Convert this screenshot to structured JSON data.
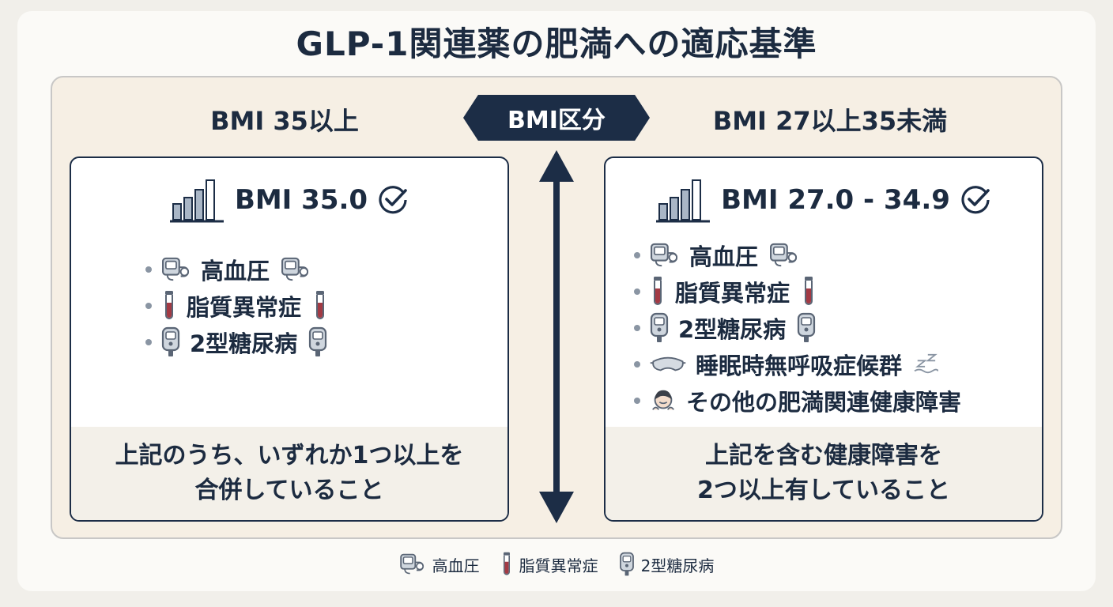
{
  "title": "GLP-1関連薬の肥満への適応基準",
  "badge": "BMI区分",
  "left": {
    "heading": "BMI 35以上",
    "bmi": "BMI 35.0",
    "items": [
      {
        "label": "高血圧",
        "icon": "blood-pressure-monitor-icon"
      },
      {
        "label": "脂質異常症",
        "icon": "blood-tube-icon"
      },
      {
        "label": "2型糖尿病",
        "icon": "glucose-meter-icon"
      }
    ],
    "footer_line1": "上記のうち、いずれか1つ以上を",
    "footer_line2": "合併していること"
  },
  "right": {
    "heading": "BMI 27以上35未満",
    "bmi": "BMI 27.0 - 34.9",
    "items": [
      {
        "label": "高血圧",
        "icon": "blood-pressure-monitor-icon"
      },
      {
        "label": "脂質異常症",
        "icon": "blood-tube-icon"
      },
      {
        "label": "2型糖尿病",
        "icon": "glucose-meter-icon"
      },
      {
        "label": "睡眠時無呼吸症候群",
        "icon": "sleep-mask-icon"
      },
      {
        "label": "その他の肥満関連健康障害",
        "icon": "person-icon"
      }
    ],
    "footer_line1": "上記を含む健康障害を",
    "footer_line2": "2つ以上有していること"
  },
  "legend": [
    {
      "label": "高血圧",
      "icon": "blood-pressure-monitor-icon"
    },
    {
      "label": "脂質異常症",
      "icon": "blood-tube-icon"
    },
    {
      "label": "2型糖尿病",
      "icon": "glucose-meter-icon"
    }
  ],
  "colors": {
    "navy": "#1c2d46",
    "beige": "#f6efe4",
    "tube_red": "#a33a44"
  }
}
